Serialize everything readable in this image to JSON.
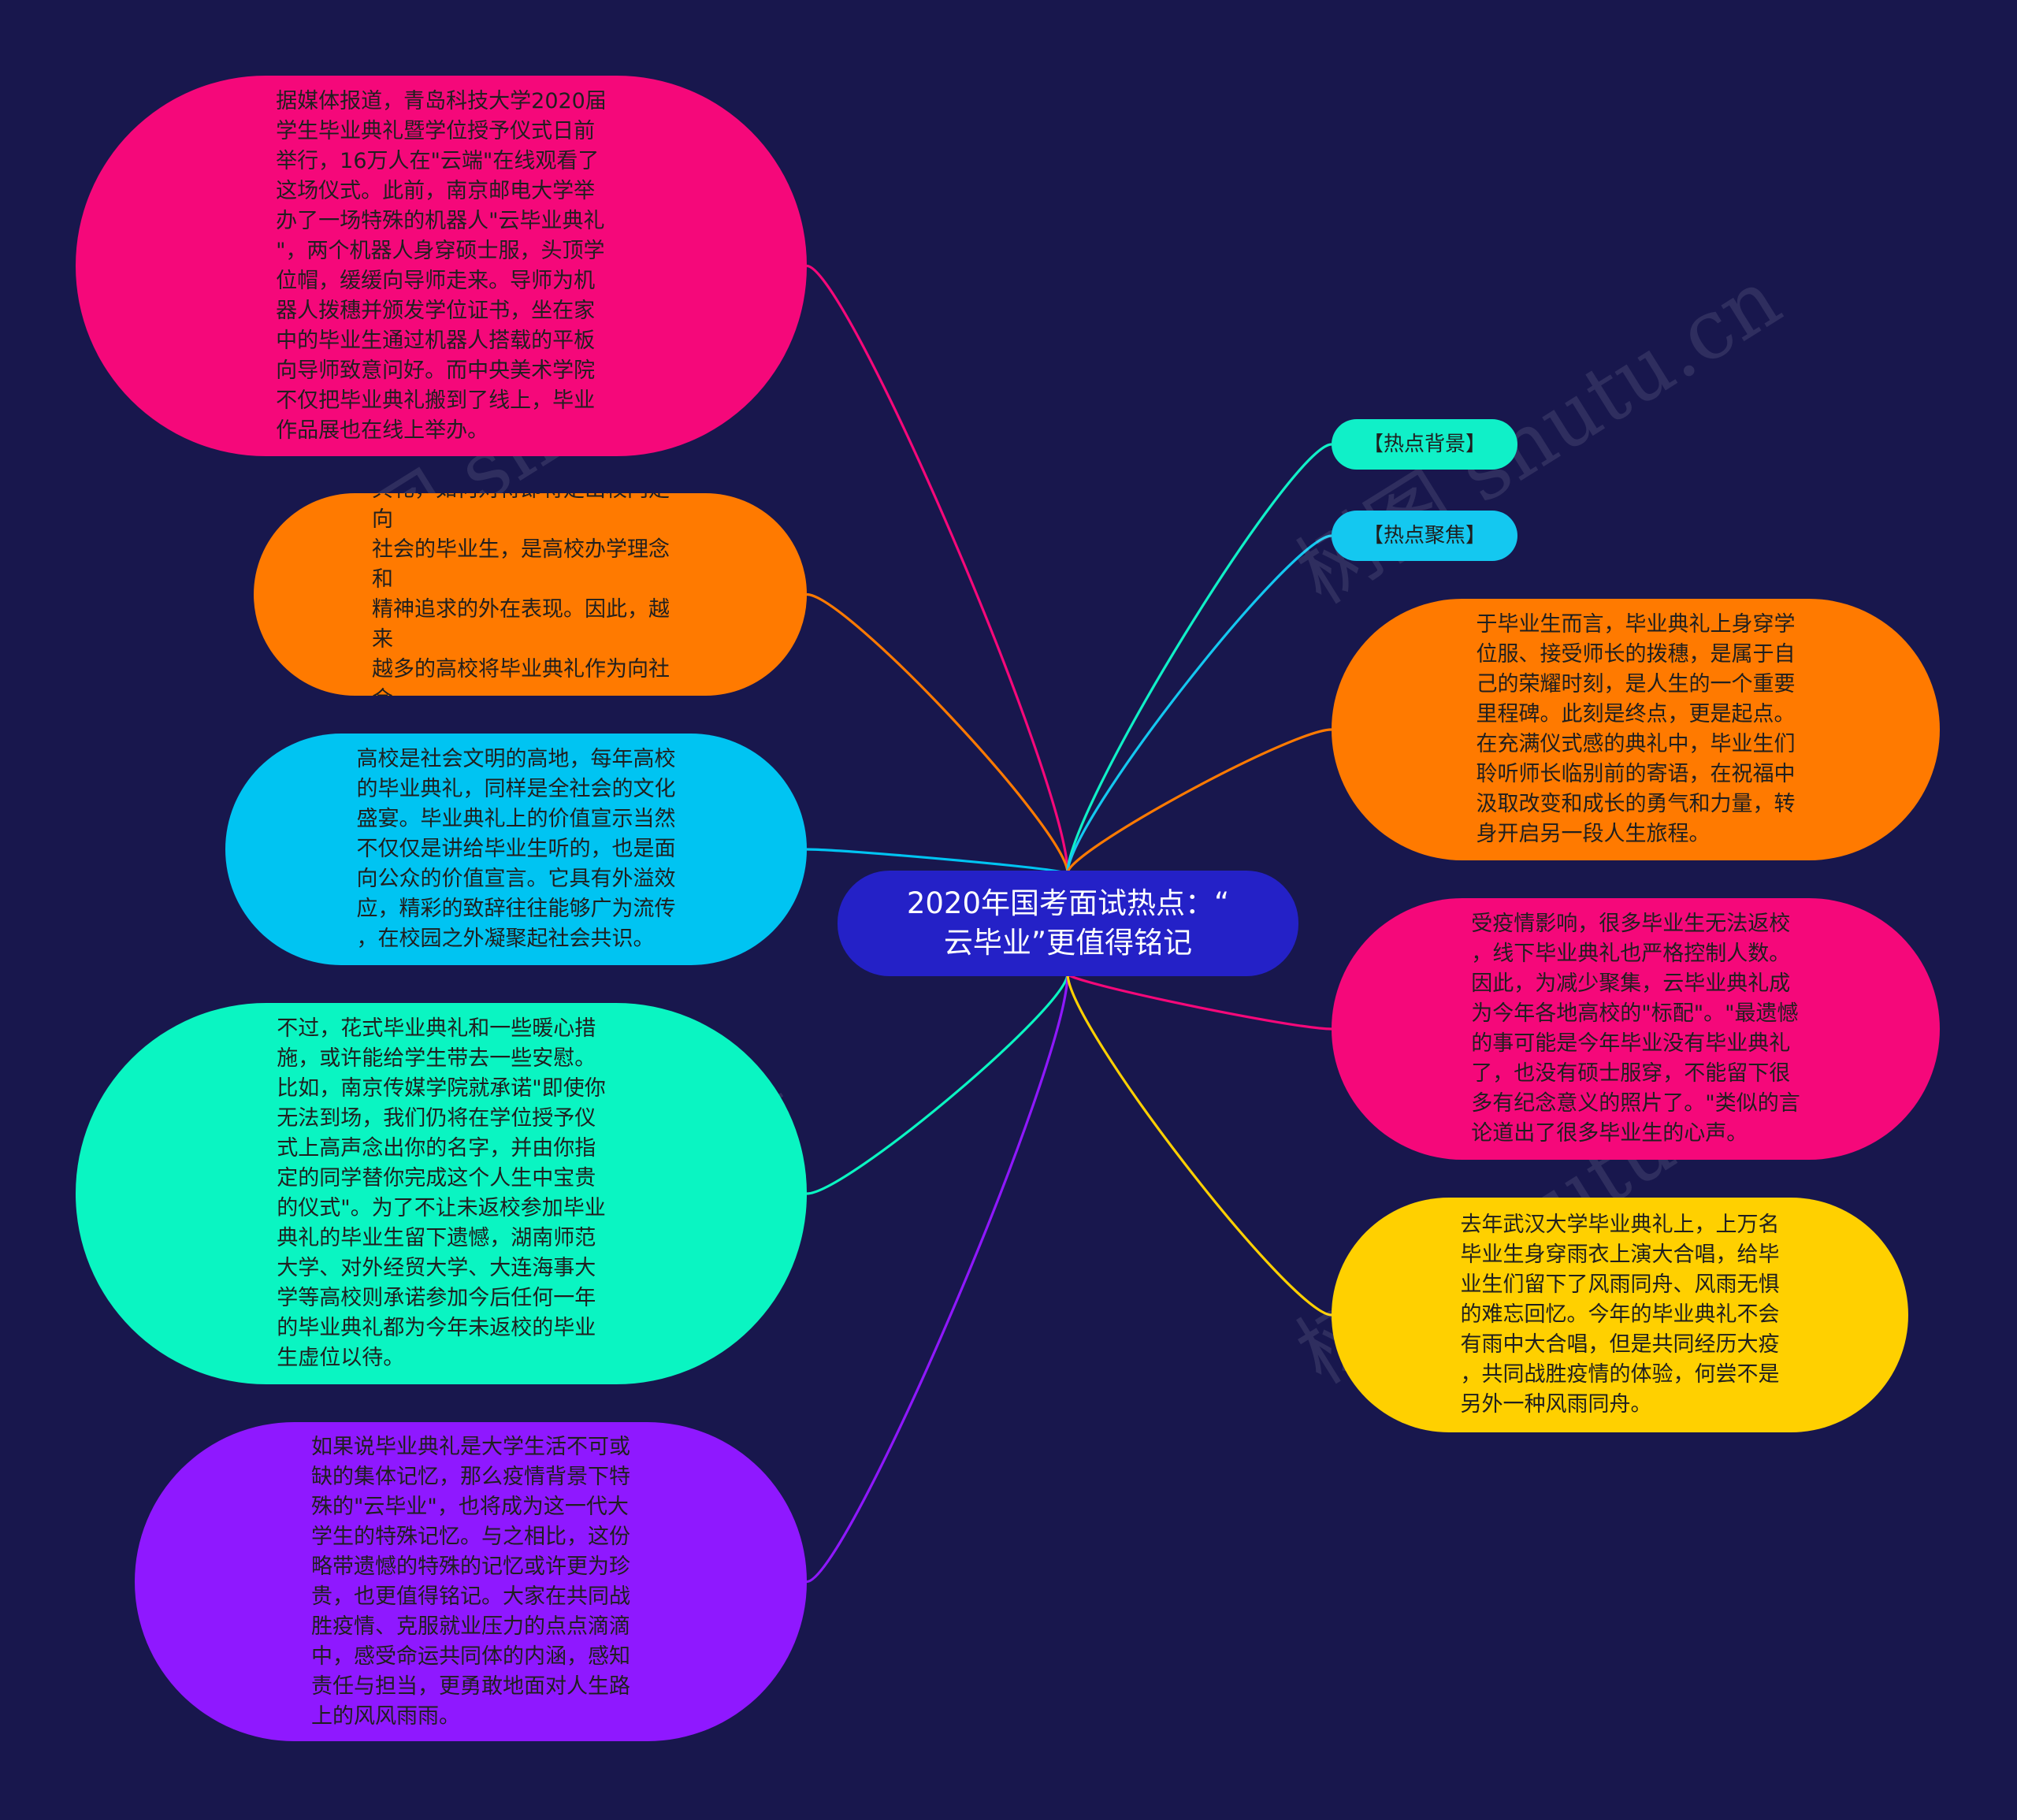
{
  "center": {
    "text": "2020年国考面试热点：“\n云毕业”更值得铭记",
    "color": "#2421c7"
  },
  "watermark": "树图 shutu.cn",
  "left_nodes": [
    {
      "text": "据媒体报道，青岛科技大学2020届\n学生毕业典礼暨学位授予仪式日前\n举行，16万人在\"云端\"在线观看了\n这场仪式。此前，南京邮电大学举\n办了一场特殊的机器人\"云毕业典礼\n\"，两个机器人身穿硕士服，头顶学\n位帽，缓缓向导师走来。导师为机\n器人拨穗并颁发学位证书，坐在家\n中的毕业生通过机器人搭载的平板\n向导师致意问好。而中央美术学院\n不仅把毕业典礼搬到了线上，毕业\n作品展也在线上举办。",
      "color": "#f5087a"
    },
    {
      "text": "对于高校来说，如何举办一场毕业\n典礼，如何对待即将走出校门走向\n社会的毕业生，是高校办学理念和\n精神追求的外在表现。因此，越来\n越多的高校将毕业典礼作为向社会\n宣示大学使命和育人之道的舞台。",
      "color": "#ff7a00"
    },
    {
      "text": "高校是社会文明的高地，每年高校\n的毕业典礼，同样是全社会的文化\n盛宴。毕业典礼上的价值宣示当然\n不仅仅是讲给毕业生听的，也是面\n向公众的价值宣言。它具有外溢效\n应，精彩的致辞往往能够广为流传\n，在校园之外凝聚起社会共识。",
      "color": "#00c4f2"
    },
    {
      "text": "不过，花式毕业典礼和一些暖心措\n施，或许能给学生带去一些安慰。\n比如，南京传媒学院就承诺\"即使你\n无法到场，我们仍将在学位授予仪\n式上高声念出你的名字，并由你指\n定的同学替你完成这个人生中宝贵\n的仪式\"。为了不让未返校参加毕业\n典礼的毕业生留下遗憾，湖南师范\n大学、对外经贸大学、大连海事大\n学等高校则承诺参加今后任何一年\n的毕业典礼都为今年未返校的毕业\n生虚位以待。",
      "color": "#0af5c2"
    },
    {
      "text": "如果说毕业典礼是大学生活不可或\n缺的集体记忆，那么疫情背景下特\n殊的\"云毕业\"，也将成为这一代大\n学生的特殊记忆。与之相比，这份\n略带遗憾的特殊的记忆或许更为珍\n贵，也更值得铭记。大家在共同战\n胜疫情、克服就业压力的点点滴滴\n中，感受命运共同体的内涵，感知\n责任与担当，更勇敢地面对人生路\n上的风风雨雨。",
      "color": "#8f18ff"
    }
  ],
  "right_tags": [
    {
      "text": "【热点背景】",
      "color": "#10f0c8"
    },
    {
      "text": "【热点聚焦】",
      "color": "#14c8f0"
    }
  ],
  "right_nodes": [
    {
      "text": "于毕业生而言，毕业典礼上身穿学\n位服、接受师长的拨穗，是属于自\n己的荣耀时刻，是人生的一个重要\n里程碑。此刻是终点，更是起点。\n在充满仪式感的典礼中，毕业生们\n聆听师长临别前的寄语，在祝福中\n汲取改变和成长的勇气和力量，转\n身开启另一段人生旅程。",
      "color": "#ff7a00"
    },
    {
      "text": "受疫情影响，很多毕业生无法返校\n，线下毕业典礼也严格控制人数。\n因此，为减少聚集，云毕业典礼成\n为今年各地高校的\"标配\"。\"最遗憾\n的事可能是今年毕业没有毕业典礼\n了，也没有硕士服穿，不能留下很\n多有纪念意义的照片了。\"类似的言\n论道出了很多毕业生的心声。",
      "color": "#f5087a"
    },
    {
      "text": "去年武汉大学毕业典礼上，上万名\n毕业生身穿雨衣上演大合唱，给毕\n业生们留下了风雨同舟、风雨无惧\n的难忘回忆。今年的毕业典礼不会\n有雨中大合唱，但是共同经历大疫\n，共同战胜疫情的体验，何尝不是\n另外一种风雨同舟。",
      "color": "#ffd000"
    }
  ]
}
